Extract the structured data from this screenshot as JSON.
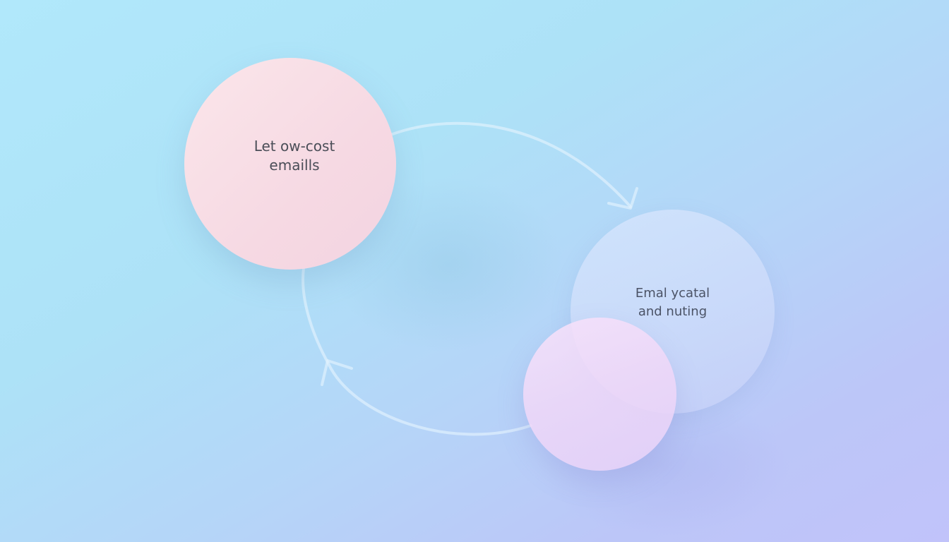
{
  "diagram": {
    "type": "cycle-flow",
    "background": {
      "gradient_start": "#b1e8fb",
      "gradient_end": "#c1c3fa"
    },
    "nodes": [
      {
        "id": "left",
        "lines": [
          "Let ow-cost",
          "emaills"
        ],
        "fill": "#f6d9e3",
        "text_color": "#4b4e58"
      },
      {
        "id": "right",
        "lines": [
          "Emal ycatal",
          "and nuting"
        ],
        "fill": "#d0dcfa",
        "text_color": "#4b5366"
      },
      {
        "id": "small",
        "lines": [],
        "fill": "#f0d7f8"
      }
    ],
    "connectors": [
      {
        "from": "left",
        "to": "right",
        "direction": "clockwise",
        "icon": "arrow-head-icon"
      },
      {
        "from": "small",
        "to": "left",
        "direction": "clockwise",
        "icon": "arrow-head-icon"
      }
    ],
    "connector_color": "#e6f4fd"
  }
}
